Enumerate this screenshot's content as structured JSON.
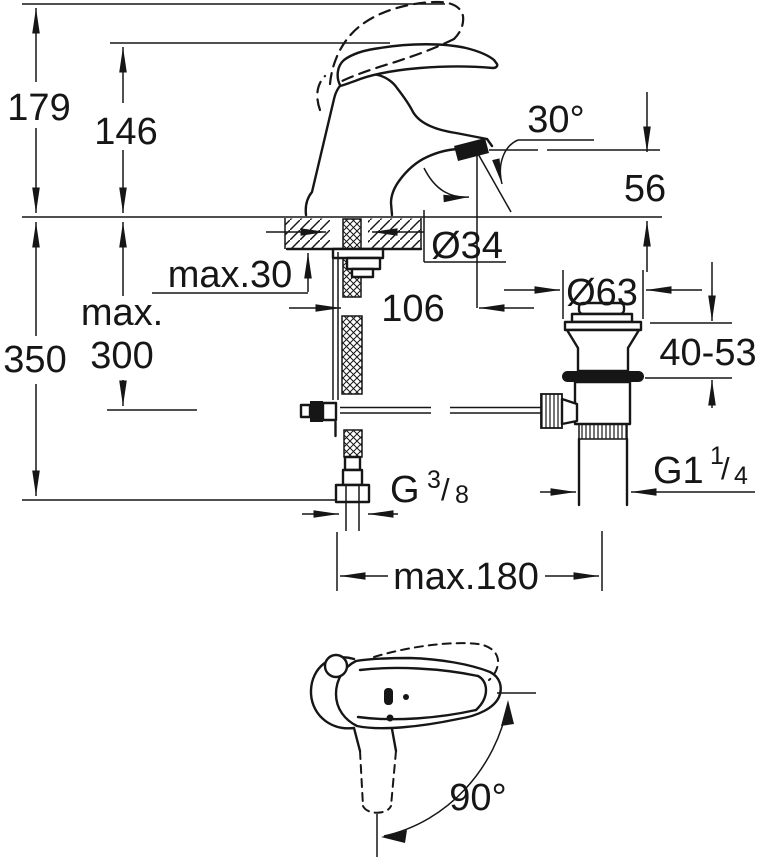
{
  "drawing": {
    "description": "Single-lever basin mixer technical dimension drawing with pop-up waste",
    "colors": {
      "ink": "#161616",
      "paper": "#ffffff"
    },
    "dims": {
      "height_total": "179",
      "height_body": "146",
      "spout_angle": "30°",
      "spout_height": "56",
      "deck_max_thickness": "max.30",
      "hole_diameter": "Ø34",
      "hose_max_label": "max.",
      "hose_max_value": "300",
      "below_deck": "350",
      "spout_reach": "106",
      "waste_cap_diameter": "Ø63",
      "waste_height_range": "40-53",
      "supply_thread_g": "G",
      "supply_thread_num": "3",
      "supply_thread_slash": "/",
      "supply_thread_den": "8",
      "waste_thread_g": "G1",
      "waste_thread_num": "1",
      "waste_thread_slash": "/",
      "waste_thread_den": "4",
      "rod_max_reach": "max.180",
      "handle_swivel_angle": "90°"
    }
  }
}
